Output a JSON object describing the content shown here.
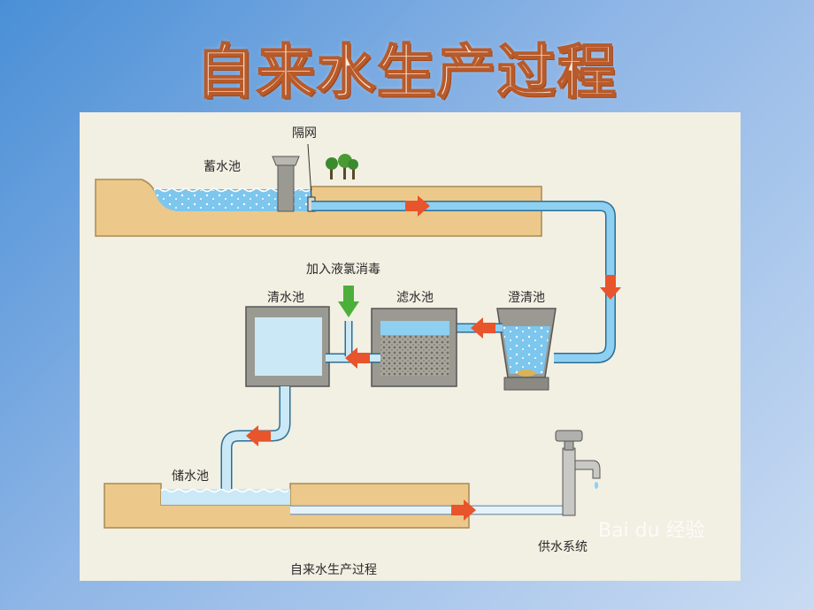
{
  "title": "自来水生产过程",
  "labels": {
    "reservoir": "蓄水池",
    "screen": "隔网",
    "settling": "澄清池",
    "filter": "滤水池",
    "chlorine": "加入液氯消毒",
    "clear": "清水池",
    "storage": "储水池",
    "supply": "供水系统",
    "caption": "自来水生产过程"
  },
  "watermark": "Bai du 经验",
  "colors": {
    "water": "#8ecff0",
    "pipe": "#7cc4ec",
    "arrow": "#e8542c",
    "ground": "#ecc98a",
    "green_arrow": "#4caf3a"
  }
}
